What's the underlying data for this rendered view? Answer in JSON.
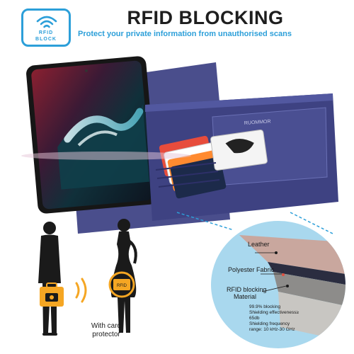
{
  "badge": {
    "line1": "RFID",
    "line2": "BLOCK",
    "icon": "wifi-signal-icon",
    "color": "#2c9fd9"
  },
  "header": {
    "title": "RFID BLOCKING",
    "subtitle": "Protect your private information from unauthorised scans"
  },
  "wallet": {
    "brand_text": "RUOMMOR",
    "phone_color": "#1a1a1a",
    "wallet_color": "#4b4f8e"
  },
  "detail": {
    "leather_label": "Leather",
    "polyester_label": "Polyester Fabric",
    "rfid_label_line1": "RFID blocking",
    "rfid_label_line2": "Material",
    "specs": [
      "99.9% blocking",
      "Shielding effectiveness≥",
      "65db",
      "Shielding frequency",
      "range: 10 kHz-30 GHz"
    ]
  },
  "figures": {
    "card_icon_text": "RFID",
    "protector_label_line1": "With card",
    "protector_label_line2": "protector",
    "accent_color": "#f5a623"
  }
}
